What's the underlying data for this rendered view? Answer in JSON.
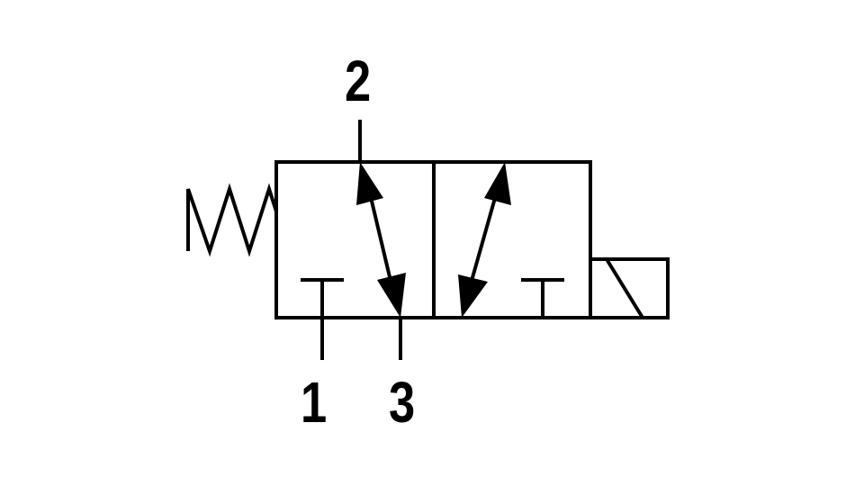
{
  "diagram": {
    "ports": {
      "working": "2",
      "supply": "1",
      "exhaust": "3"
    },
    "colors": {
      "background": "#ffffff",
      "line": "#000000"
    },
    "symbol_parts": [
      "spring-return-icon",
      "valve-envelope-left",
      "valve-envelope-right",
      "solenoid-actuator-icon"
    ]
  }
}
